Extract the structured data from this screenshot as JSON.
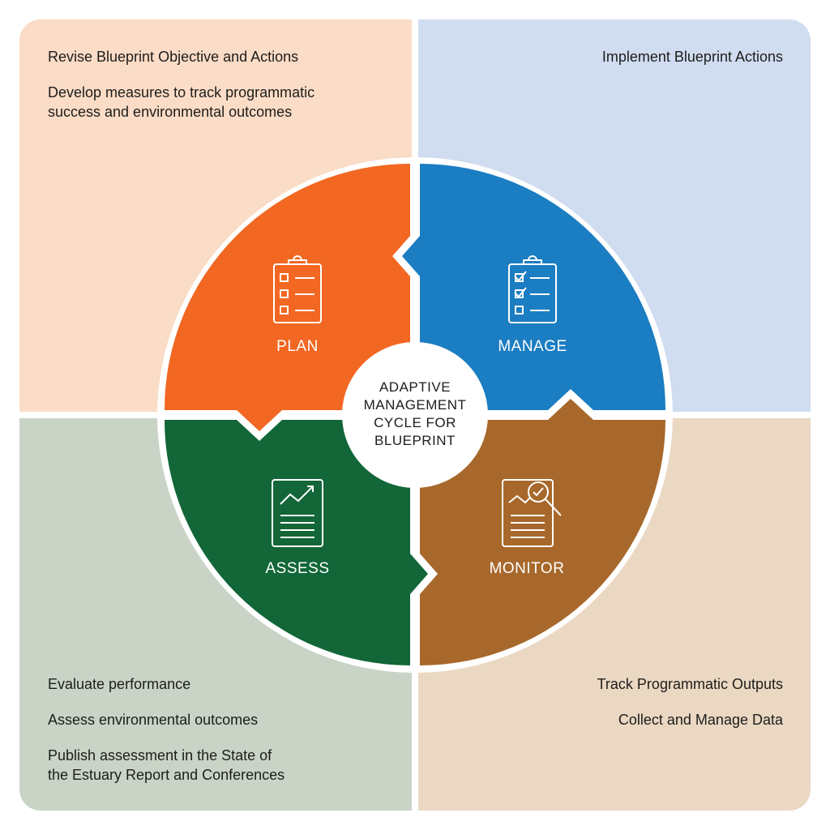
{
  "colors": {
    "plan_bg": "#fbdcc6",
    "manage_bg": "#d0dcf0",
    "assess_bg": "#c9d4c6",
    "monitor_bg": "#ebd8c3",
    "plan": "#f26722",
    "manage": "#1b7dc2",
    "assess": "#126638",
    "monitor": "#a8682b"
  },
  "quadrants": {
    "plan": {
      "lines": [
        "Revise Blueprint Objective and Actions",
        "Develop measures to track programmatic",
        "success and environmental outcomes"
      ]
    },
    "manage": {
      "lines": [
        "Implement Blueprint Actions"
      ]
    },
    "assess": {
      "lines": [
        "Evaluate performance",
        "Assess environmental outcomes",
        "Publish assessment in the State of",
        "the Estuary Report and Conferences"
      ]
    },
    "monitor": {
      "lines": [
        "Track Programmatic Outputs",
        "Collect and Manage Data"
      ]
    }
  },
  "segments": {
    "plan": {
      "label": "PLAN",
      "icon": "checklist-icon"
    },
    "manage": {
      "label": "MANAGE",
      "icon": "checked-checklist-icon"
    },
    "assess": {
      "label": "ASSESS",
      "icon": "trend-report-icon"
    },
    "monitor": {
      "label": "MONITOR",
      "icon": "magnifier-report-icon"
    }
  },
  "center": {
    "lines": [
      "ADAPTIVE",
      "MANAGEMENT",
      "CYCLE FOR",
      "BLUEPRINT"
    ]
  }
}
